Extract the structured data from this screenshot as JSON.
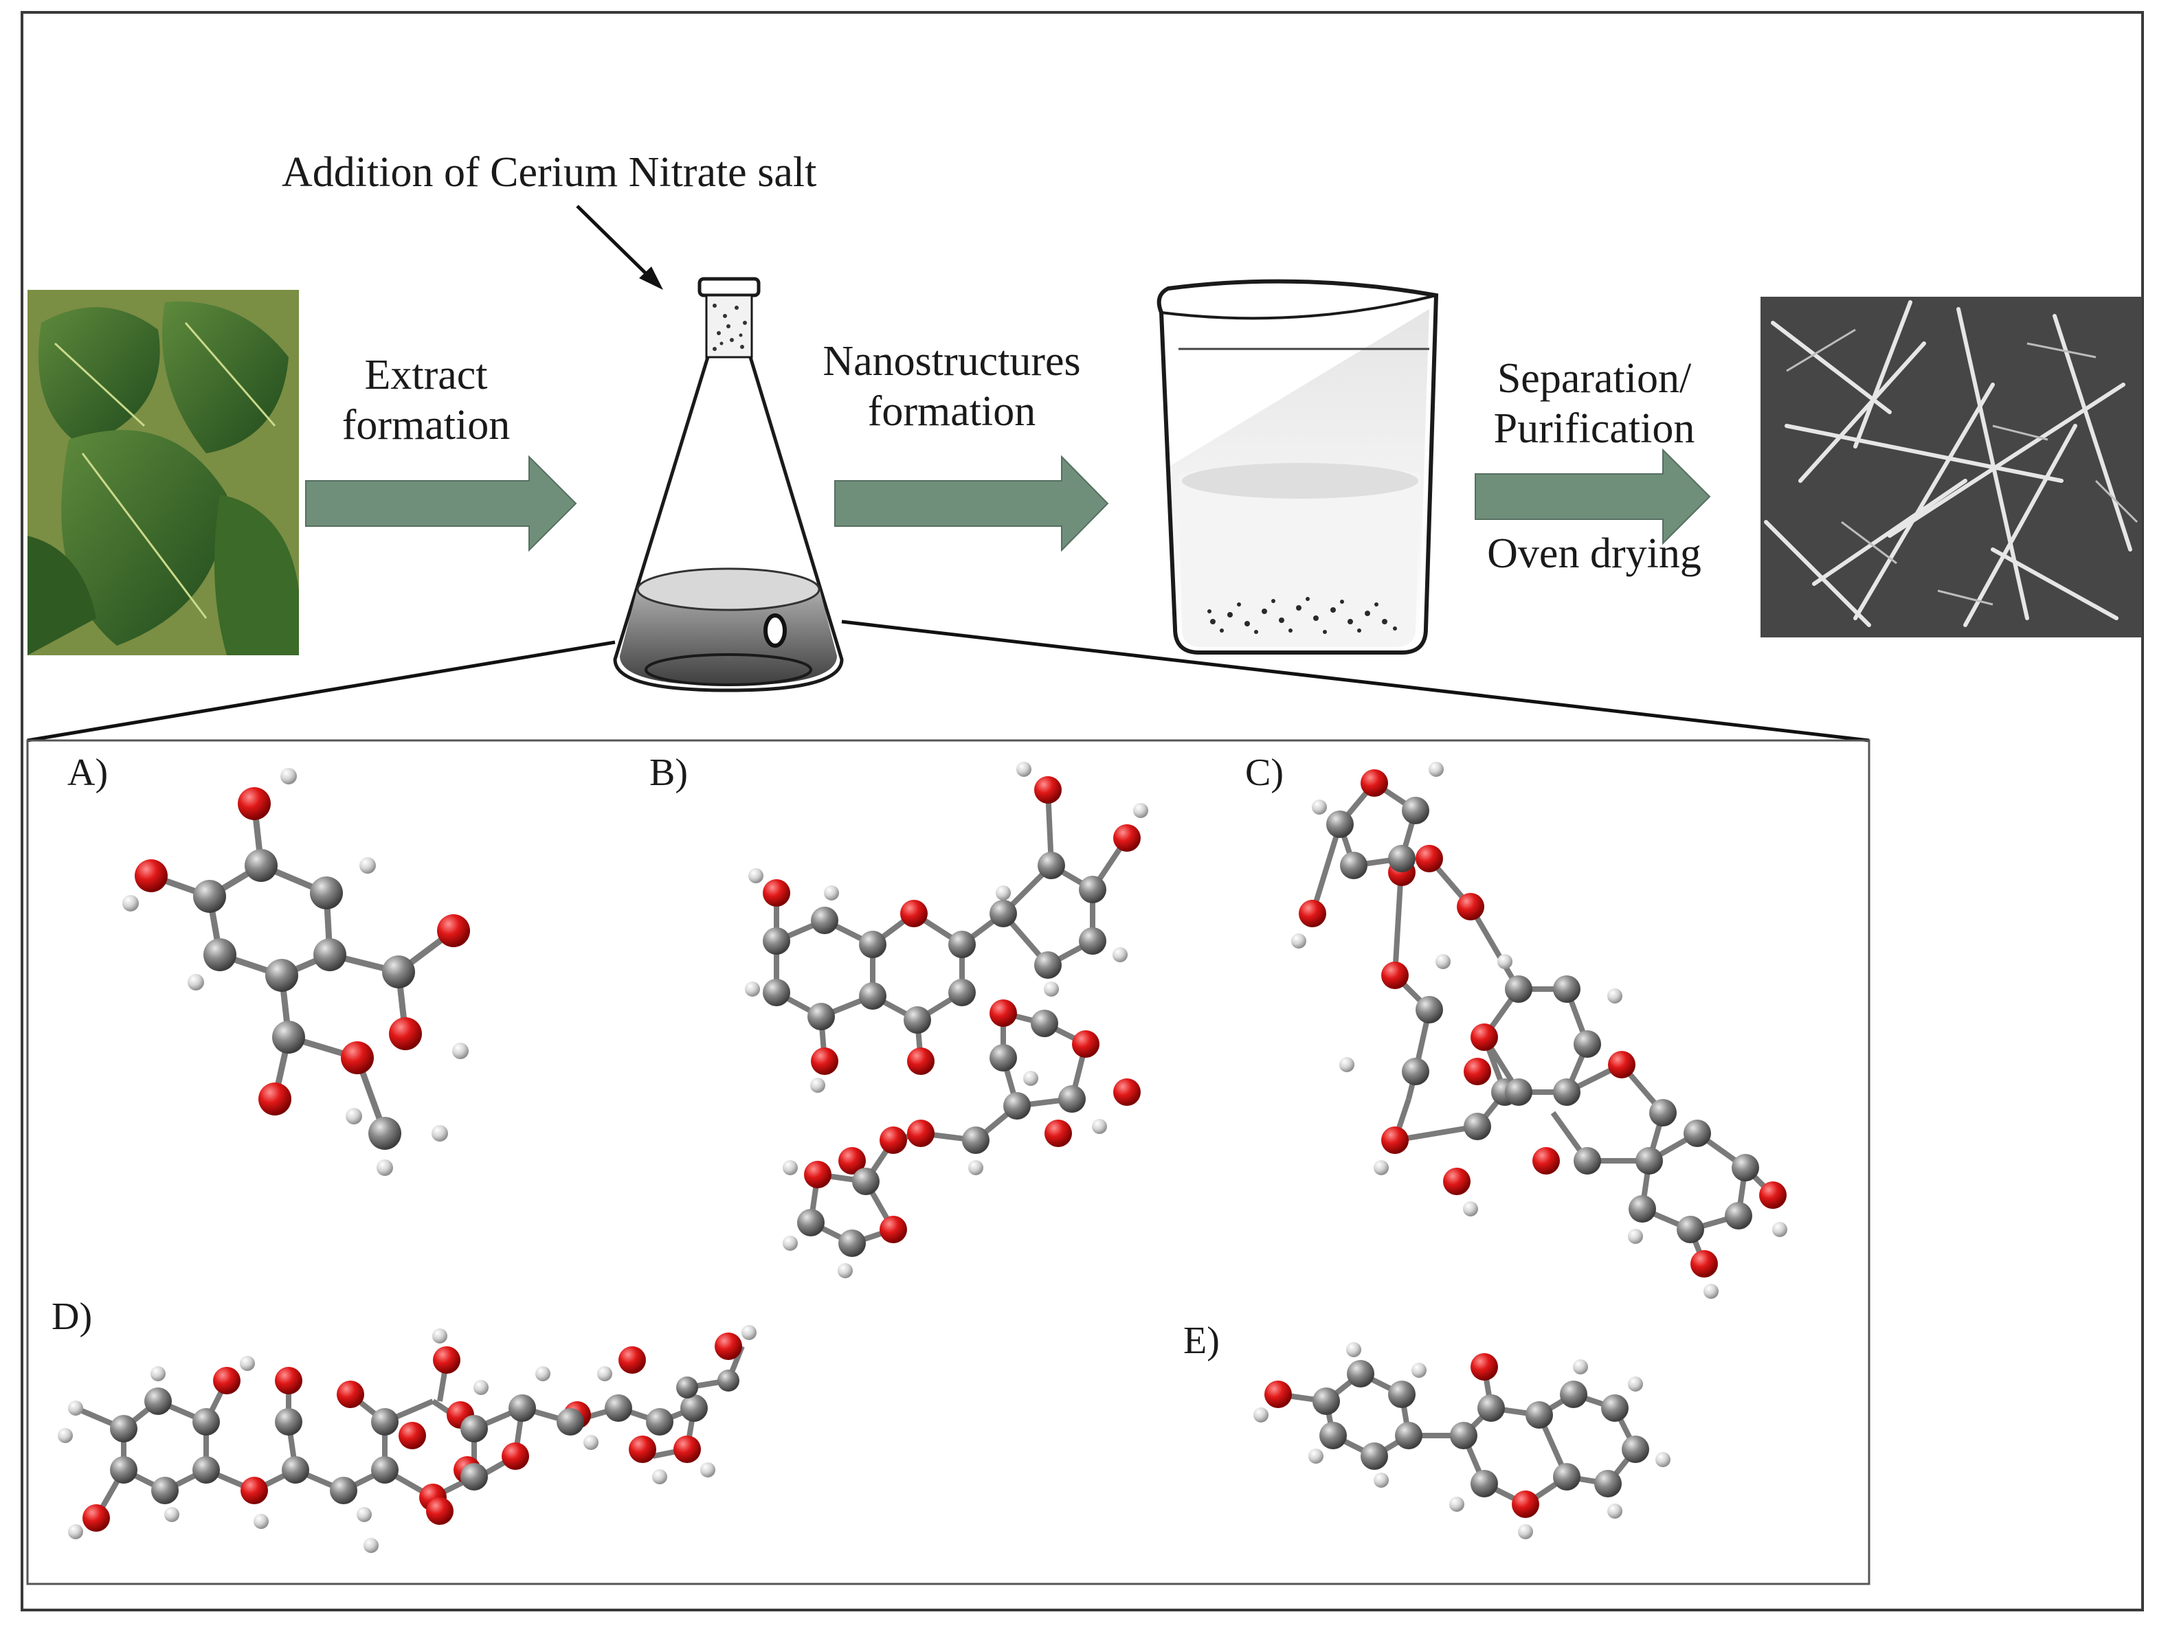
{
  "steps": {
    "addition": "Addition of Cerium Nitrate salt",
    "extract_line1": "Extract",
    "extract_line2": "formation",
    "nano_line1": "Nanostructures",
    "nano_line2": "formation",
    "sep_line1": "Separation/",
    "sep_line2": "Purification",
    "oven": "Oven drying"
  },
  "panels": {
    "a": "A)",
    "b": "B)",
    "c": "C)",
    "d": "D)",
    "e": "E)"
  },
  "colors": {
    "arrow": "#6f8f7b",
    "oxygen": "#d41414",
    "carbon": "#7a7a7a",
    "hydrogen": "#d9d9d9"
  }
}
